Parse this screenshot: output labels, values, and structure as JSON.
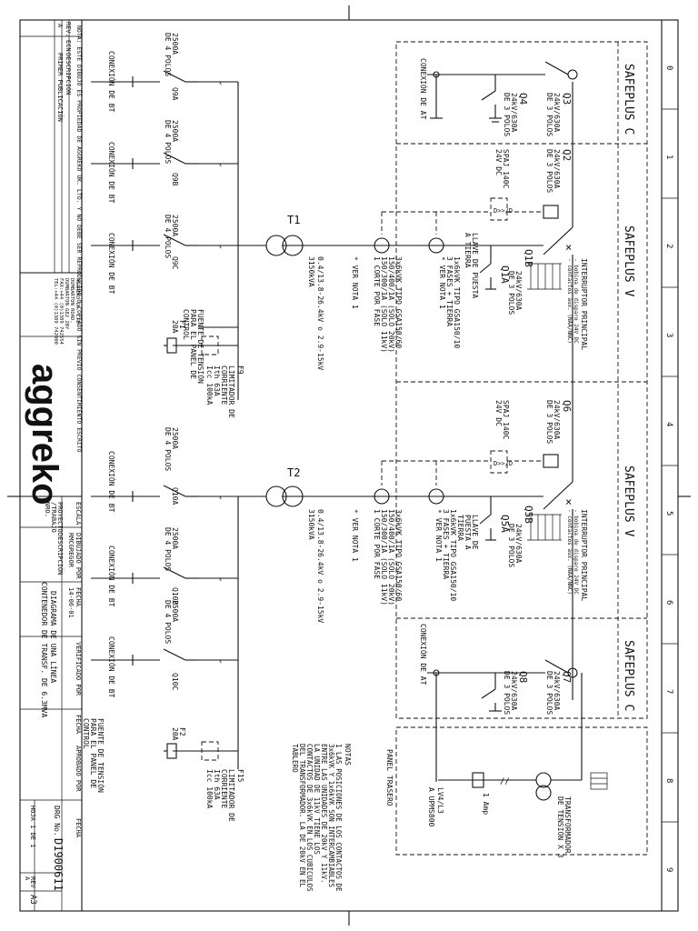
{
  "panels": {
    "safeplus_c_top": "SAFEPLUS C",
    "safeplus_v_upper": "SAFEPLUS V",
    "safeplus_v_lower": "SAFEPLUS V",
    "safeplus_c_bottom": "SAFEPLUS C"
  },
  "ruler": [
    "0",
    "1",
    "2",
    "3",
    "4",
    "5",
    "6",
    "7",
    "8",
    "9"
  ],
  "upper": {
    "q3": "Q3",
    "q3_spec1": "24kV/630A",
    "q3_spec2": "DE 3 POLOS",
    "q4": "Q4",
    "q4_spec1": "24kV/630A",
    "q4_spec2": "DE 3 POLOS",
    "conexion_at": "CONEXIÓN DE AT",
    "q2": "Q2",
    "q2_spec1": "24kV/630A",
    "q2_spec2": "DE 3 POLOS",
    "spaj_1": "SPAJ 140C",
    "spaj_2": "24V DC",
    "interruptor_1": "INTERRUPTOR PRINCIPAL",
    "interruptor_2": "- bobina de disparo 24V DC",
    "interruptor_3": "- contactos aux. (NAA/NNC)",
    "q1b": "Q1B",
    "q1b_spec1": "24kV/630A",
    "q1b_spec2": "DE 3 POLOS",
    "q1a": "Q1A",
    "llave_1": "LLAVE DE PUESTA",
    "llave_2": "A TIERRA",
    "tipo2_1": "1x6kVK TIPO GSA150/10",
    "tipo2_2": "3 FASES + TIERRA",
    "tipo2_3": "* VER NOTA 1",
    "tipo1_1": "3x6kVK TIPO GSA150/60",
    "tipo1_2": "150/400/1A (SOLO 20kV)",
    "tipo1_3": "150/300/1A (SOLO 11kV)",
    "tipo1_4": "1 CORTE POR FASE",
    "tipo1_5": "* VER NOTA 1",
    "t1": "T1",
    "t1_spec1": "0.4/13.8-26.4kV o 2.9-15kV",
    "t1_spec2": "3150kVA"
  },
  "lower": {
    "q6": "Q6",
    "q6_spec1": "24kV/630A",
    "q6_spec2": "DE 3 POLOS",
    "spaj_1": "SPAJ 140C",
    "spaj_2": "24V DC",
    "interruptor_1": "INTERRUPTOR PRINCIPAL",
    "interruptor_2": "- bobina de disparo 24V DC",
    "interruptor_3": "- contactos aux. (NAA/NNC)",
    "q5b": "Q5B",
    "q5b_spec1": "24kV/630A",
    "q5b_spec2": "DE 3 POLOS",
    "q5a": "Q5A",
    "llave_1": "LLAVE DE",
    "llave_2": "PUESTA A",
    "llave_3": "TIERRA",
    "tipo2_1": "1x6kVK TIPO GSA150/10",
    "tipo2_2": "3 FASES + TIERRA",
    "tipo2_3": "* VER NOTA 1",
    "tipo1_1": "3x6kVK TIPO GSA150/60",
    "tipo1_2": "150/400/1A (SOLO 20kV)",
    "tipo1_3": "150/300/1A (SOLO 11kV)",
    "tipo1_4": "1 CORTE POR FASE",
    "tipo1_5": "* VER NOTA 1",
    "t2": "T2",
    "t2_spec1": "0.4/13.8-26.4kV o 2.9-15kV",
    "t2_spec2": "3150kVA",
    "q7": "Q7",
    "q7_spec1": "24kV/630A",
    "q7_spec2": "DE 3 POLOS",
    "q8": "Q8",
    "q8_spec1": "24kV/630A",
    "q8_spec2": "DE 3 POLOS",
    "conexion_at": "CONEXIÓN DE AT"
  },
  "lv": {
    "q9a": "Q9A",
    "q9b": "Q9B",
    "q9c": "Q9C",
    "q10a": "Q10A",
    "q10b": "Q10B",
    "q10c": "Q10C",
    "rating": "2500A",
    "poles": "DE 4 POLOS",
    "conexion_bt": "CONEXIÓN DE BT",
    "f1": "F1",
    "f1_rating": "20A",
    "f2": "F2",
    "f2_rating": "20A",
    "fuente_1": "FUENTE DE TENSIÓN",
    "fuente_2": "PARA EL PANEL DE",
    "fuente_3": "CONTROL",
    "f9": "F9",
    "f15": "F15",
    "lim_1": "LIMITADOR DE",
    "lim_2": "CORRIENTE",
    "lim_3": "Ith 63A",
    "lim_4": "Icc 100kA"
  },
  "notes": {
    "title": "NOTAS",
    "l1": "1 LAS POSICIONES DE LOS CONTACTOS DE",
    "l2": "3x6kVK Y 1x6kVK SON INTERCAMBIABLES",
    "l3": "ENTRE LAS UNIDADES DE 20kV Y 11kV.",
    "l4": "LA UNIDAD DE 11kV TIENE LOS",
    "l5": "CONTACTOS DE 3x6kVK EN LOS CUBICULOS",
    "l6": "DEL TRANSFORMADOR. LA DE 20kV EN EL",
    "l7": "TABLERO"
  },
  "rear_panel": {
    "title": "PANEL TRASERO",
    "ct_1": "TRANSFORMADOR",
    "ct_2": "DE TENSIÓN X 3",
    "amp": "1 Amp",
    "lv_1": "LV4/L3",
    "lv_2": "A UPMS800"
  },
  "title_block": {
    "warning": "NOTA: ESTE DIBUJO ES PROPIEDAD DE AGGREKO UK. LTD. Y NO DEBE SER REPRODUCIDO O COPIADO SIN PREVIO CONSENTIMIENTO ESCRITO",
    "rev_label": "REV.",
    "rev_value": "A",
    "ecn_label": "ECN",
    "desc_label": "DESCRIPCIÓN",
    "desc_value": "PRIMER PUBLICACIÓN",
    "company_1": "AGGREKO UK. LTD",
    "company_2": "DUMBARTON ROAD,",
    "company_3": "DUMBARTON G82 2BY",
    "company_4": "FAX:+44 (0)1389 742554",
    "company_5": "TEL:+44 (0)1389 742000",
    "logo": "aggreko",
    "escala_label": "ESCALA",
    "dibujado_label": "DIBUJADO POR",
    "dibujado_value": "RMCGREGOR",
    "fecha_label": "FECHA",
    "fecha_value": "14-06-01",
    "verificado_label": "VERIFICADO POR",
    "fecha2_label": "FECHA",
    "aprobado_label": "APROBADO POR",
    "fecha3_label": "FECHA",
    "proyecto_1": "PROYECTO",
    "proyecto_2": "/TRABAJO",
    "proyecto_3": "NRO.",
    "descripcion_label": "DESCRIPCIÓN",
    "title_1": "DIAGRAMA DE UNA LÍNEA",
    "title_2": "CONTENEDOR DE TRANSF. DE 6.3MVA",
    "drg_label": "DRG No.",
    "drg_value": "D1900611",
    "hoja": "HOJA 1 DE 1",
    "rev2_label": "REV",
    "rev2_value": "A",
    "size": "A3"
  }
}
